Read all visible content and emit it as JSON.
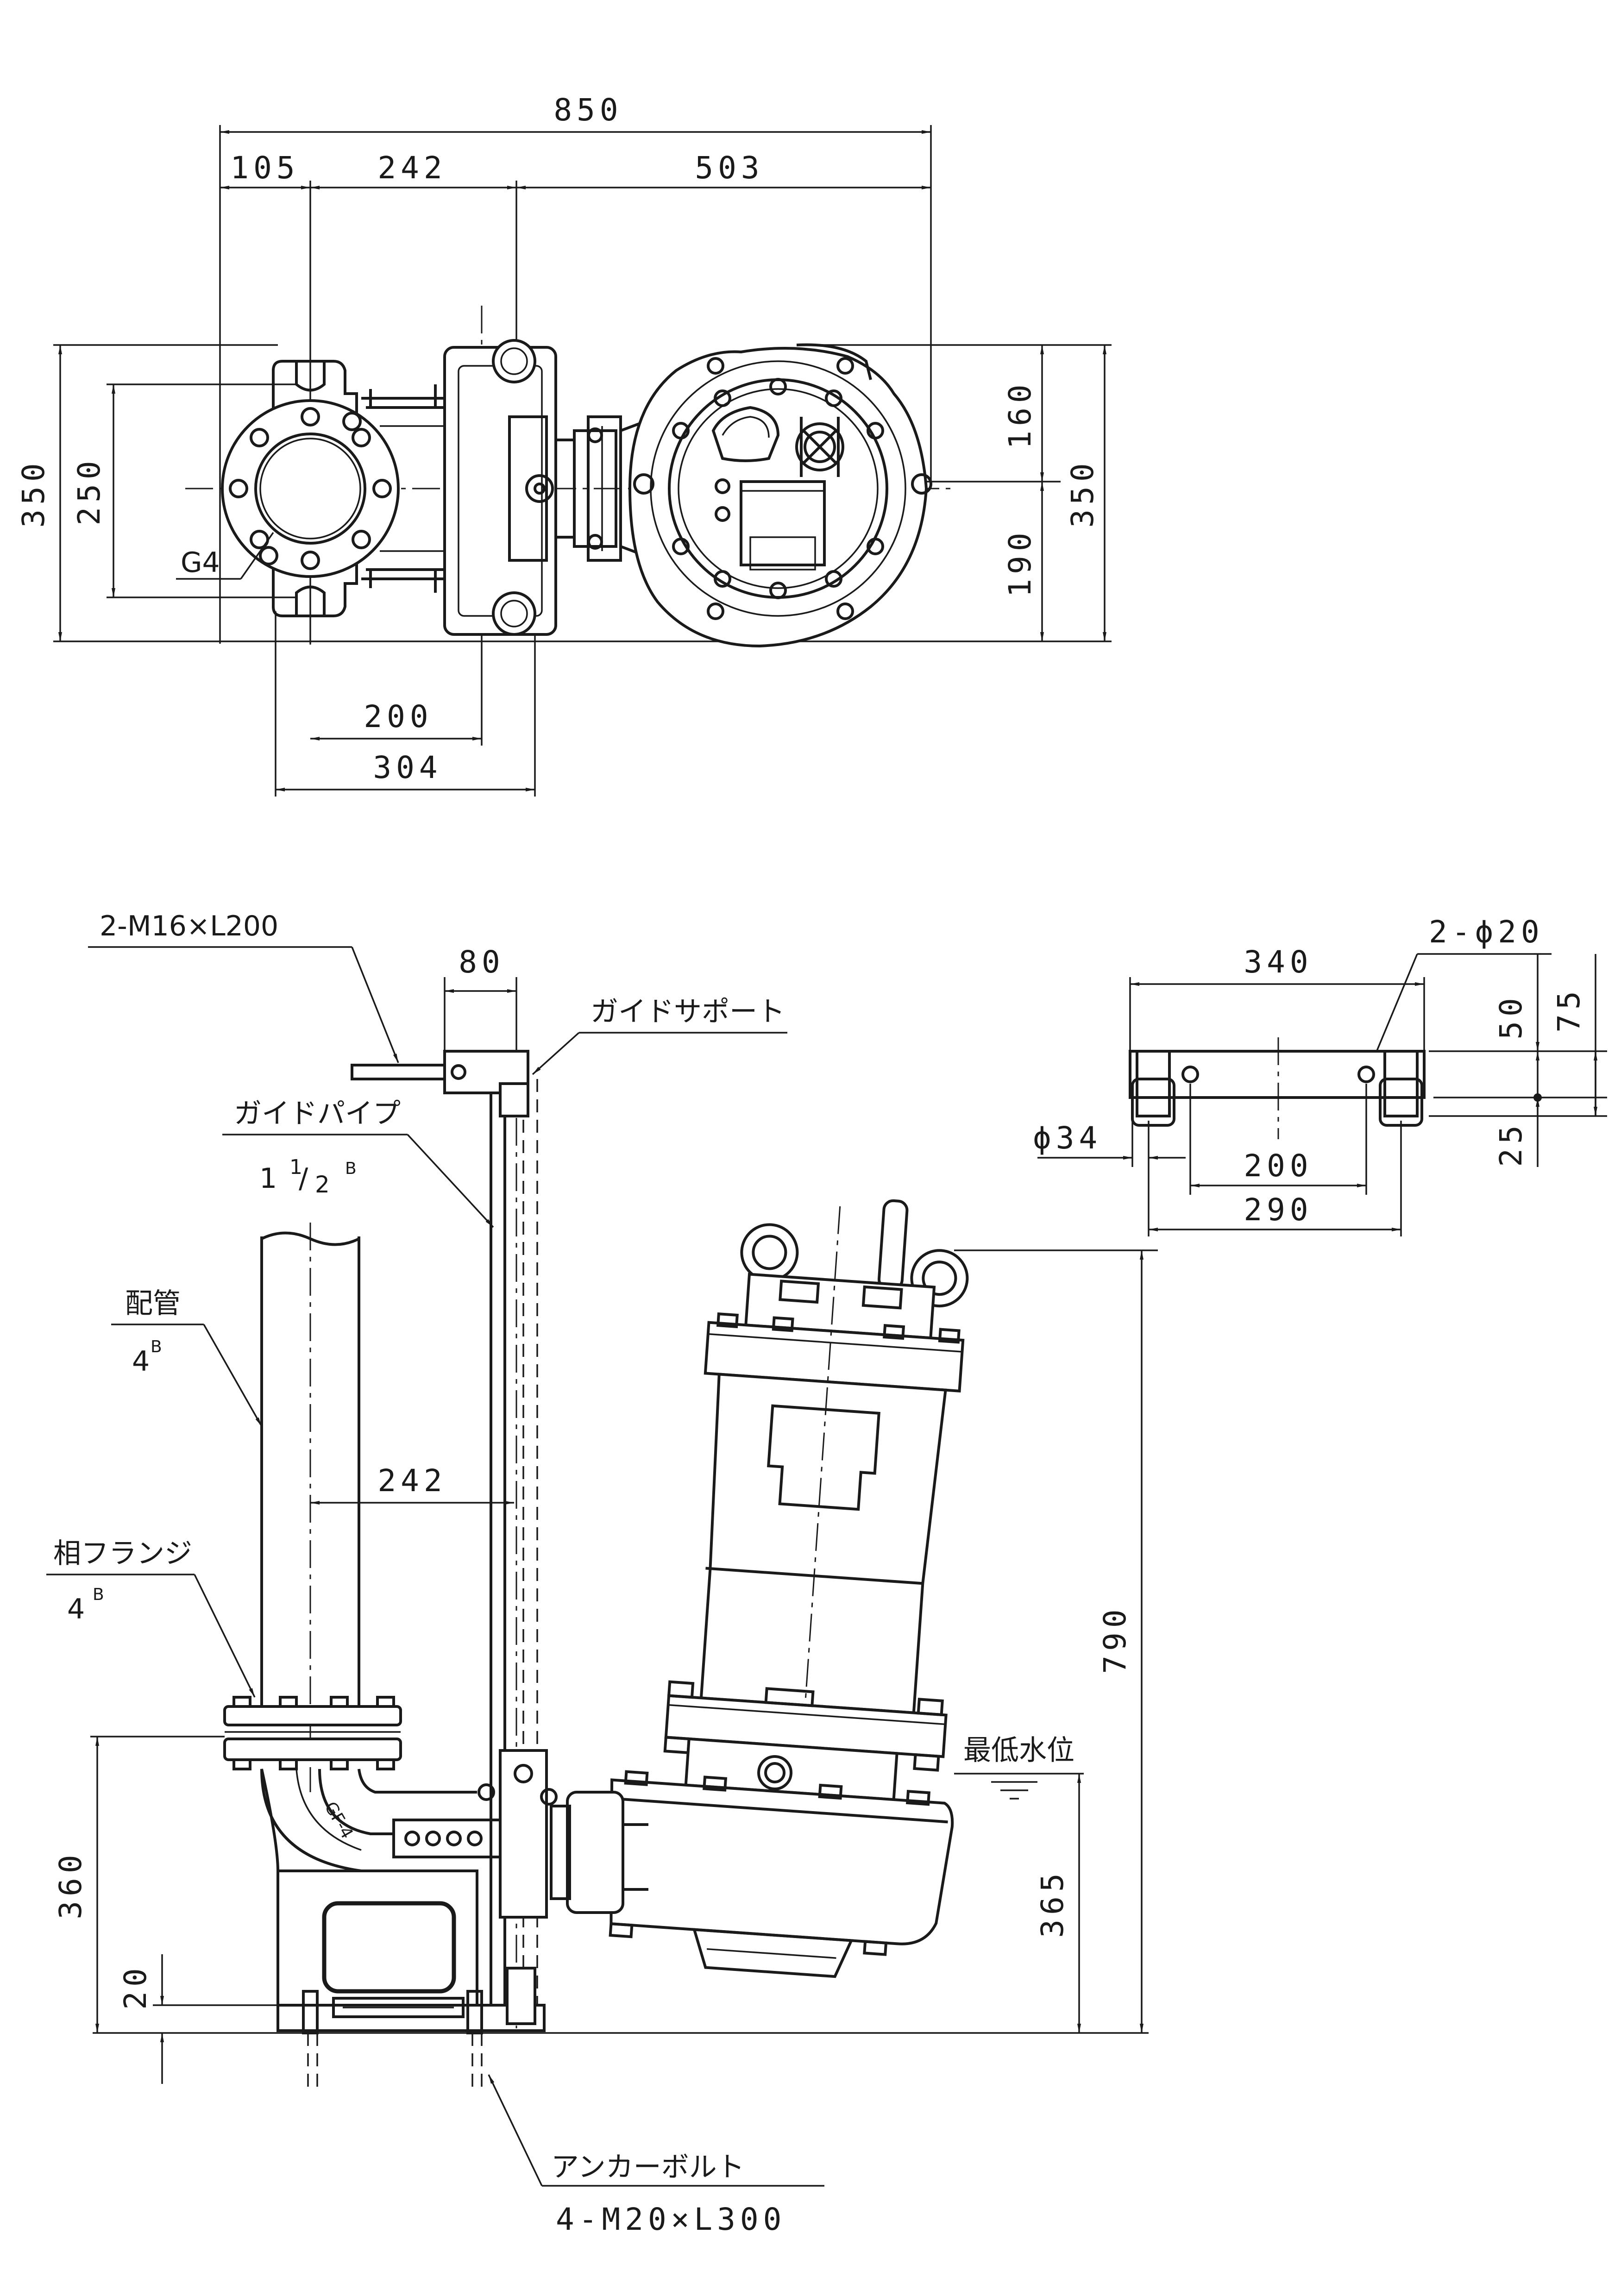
{
  "top_view": {
    "dims": {
      "overall_width": "850",
      "pipe_offset": "105",
      "pipe_to_guide": "242",
      "guide_to_pump": "503",
      "overall_depth_left": "350",
      "flange_span": "250",
      "upper_depth": "160",
      "lower_depth": "190",
      "overall_depth_right": "350",
      "base_bolt_span": "200",
      "base_width": "304"
    },
    "flange_label": "G4"
  },
  "side_view": {
    "labels": {
      "bolt_spec": "2-M16×L200",
      "guide_support": "ガイドサポート",
      "guide_pipe": "ガイドパイプ",
      "guide_pipe_size_whole": "1",
      "guide_pipe_size_num": "1",
      "guide_pipe_size_den": "2",
      "size_unit": "B",
      "piping": "配管",
      "piping_size": "4",
      "mating_flange": "相フランジ",
      "flange_size": "4",
      "min_water_level": "最低水位",
      "anchor_bolt": "アンカーボルト",
      "anchor_spec": "4-M20×L300",
      "elbow_mark": "GF-4"
    },
    "dims": {
      "support_offset": "80",
      "pipe_spacing": "242",
      "base_height": "360",
      "base_plate": "20",
      "water_level_height": "365",
      "overall_height": "790"
    }
  },
  "detail_view": {
    "dims": {
      "overall_length": "340",
      "hole_spec": "2-ϕ20",
      "pipe_dia": "ϕ34",
      "hole_pitch": "200",
      "pipe_span": "290",
      "top_offset": "50",
      "total_offset": "75",
      "bottom_offset": "25"
    }
  }
}
